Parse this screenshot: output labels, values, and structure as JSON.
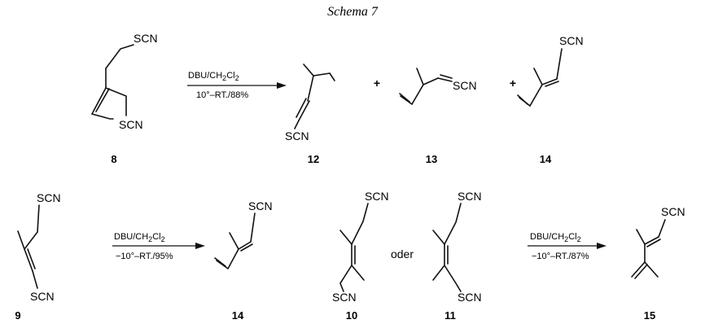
{
  "title": "Schema 7",
  "group": "SCN",
  "sub2": "2",
  "plus": "+",
  "oder": "oder",
  "reagent": {
    "base": "DBU/CH",
    "mid": "Cl",
    "sub": "2"
  },
  "row1": {
    "conditions": "10°–RT./88%"
  },
  "row2a": {
    "conditions": "−10°–RT./95%"
  },
  "row2b": {
    "conditions": "−10°–RT./87%"
  },
  "compounds": {
    "c8": "8",
    "c12": "12",
    "c13": "13",
    "c14a": "14",
    "c9": "9",
    "c14b": "14",
    "c10": "10",
    "c11": "11",
    "c15": "15"
  }
}
